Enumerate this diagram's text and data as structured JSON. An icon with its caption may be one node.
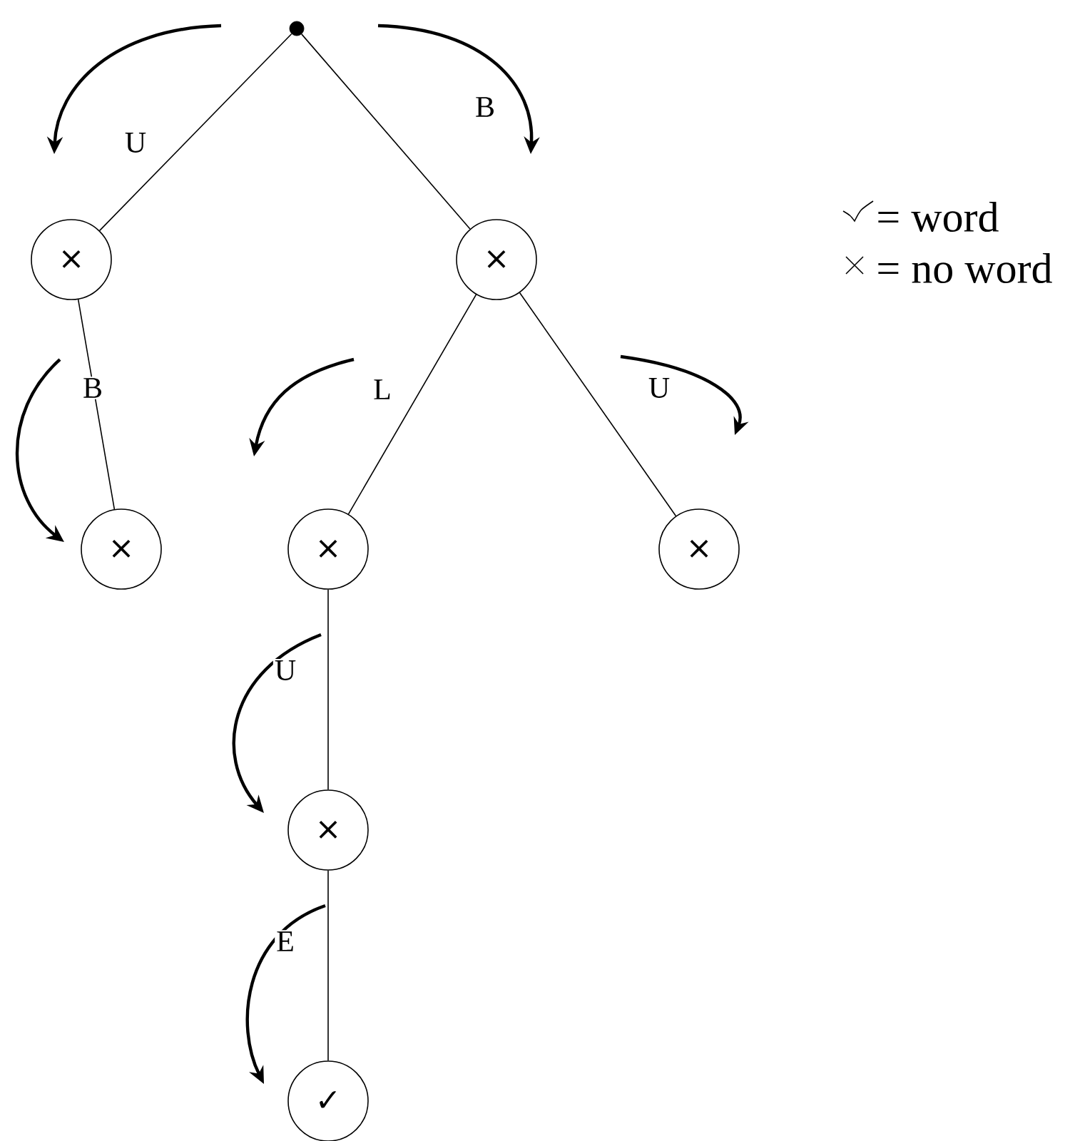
{
  "diagram": {
    "nodes": [
      {
        "text": [],
        "shape": "circle"
      },
      {
        "text": [
          "×"
        ]
      },
      {
        "text": [
          "×"
        ]
      },
      {
        "text": [
          "×"
        ]
      },
      {
        "text": [
          "×"
        ]
      },
      {
        "text": [
          "×"
        ]
      },
      {
        "text": [
          "×"
        ]
      },
      {
        "text": [
          "✓"
        ]
      }
    ],
    "edges": [
      {
        "from": 0,
        "to": 1,
        "arrow": "none",
        "label": "U"
      },
      {
        "from": 0,
        "to": 2,
        "arrow": "none",
        "label": "B"
      },
      {
        "from": 1,
        "to": 3,
        "arrow": "none",
        "label": "B"
      },
      {
        "from": 2,
        "to": 4,
        "arrow": "none",
        "label": "L"
      },
      {
        "from": 2,
        "to": 5,
        "arrow": "none",
        "label": "U"
      },
      {
        "from": 4,
        "to": 6,
        "arrow": "none",
        "label": "U"
      },
      {
        "from": 6,
        "to": 7,
        "arrow": "none",
        "label": "E"
      }
    ],
    "legend": [
      {
        "text": "= word"
      },
      {
        "text": "= no word"
      }
    ]
  }
}
